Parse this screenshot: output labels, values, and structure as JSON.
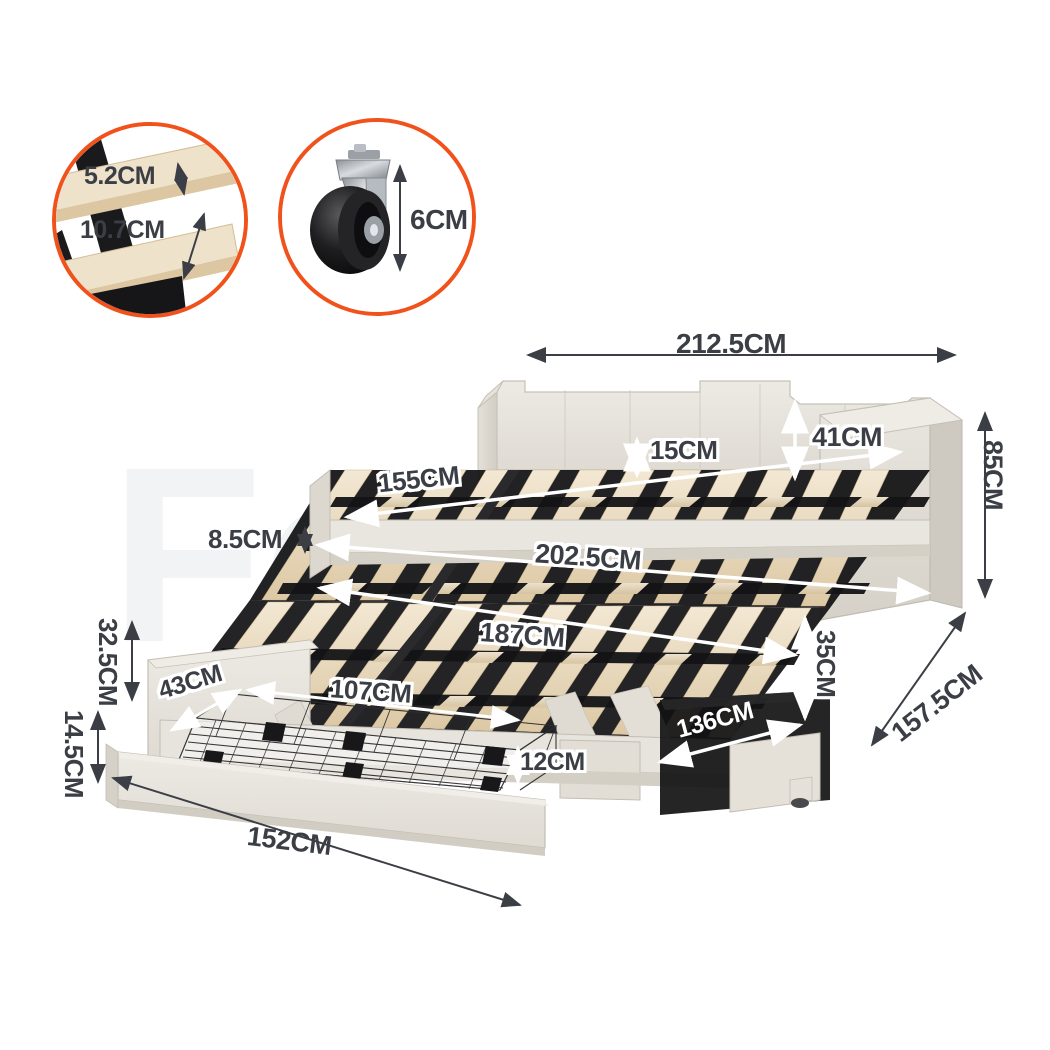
{
  "theme": {
    "accent_orange": "#F1511B",
    "fabric_light": "#E8E5DF",
    "fabric_mid": "#DAD6CE",
    "fabric_dark": "#C9C4BA",
    "wood_light": "#EFE2CC",
    "wood_mid": "#E2D2B4",
    "strap_black": "#1B1B1B",
    "dim_text": "#3B3F45",
    "background": "#FFFFFF"
  },
  "watermark": {
    "text": "Fo",
    "visible": true
  },
  "callouts": [
    {
      "id": "slat-detail",
      "name": "slat-dimension-callout",
      "labels": [
        {
          "text": "5.2CM",
          "meaning": "slat-width"
        },
        {
          "text": "10.7CM",
          "meaning": "gap-between-slats"
        }
      ]
    },
    {
      "id": "caster-detail",
      "name": "caster-wheel-callout",
      "labels": [
        {
          "text": "6CM",
          "meaning": "caster-wheel-height"
        }
      ]
    }
  ],
  "dimensions": {
    "overall_length": "212.5CM",
    "overall_height": "85CM",
    "overall_depth": "157.5CM",
    "backrest_height": "41CM",
    "side_rail_to_slat": "15CM",
    "top_mattress_depth": "155CM",
    "rail_thickness": "8.5CM",
    "top_mattress_length": "202.5CM",
    "trundle_mattress_length": "187CM",
    "trundle_mattress_depth": "136CM",
    "frame_bottom_height": "35CM",
    "trundle_frame_height": "32.5CM",
    "trundle_clearance": "14.5CM",
    "drawer_depth": "43CM",
    "drawer_inner_length": "107CM",
    "drawer_height": "12CM",
    "drawer_front_length": "152CM"
  },
  "dimension_labels": [
    {
      "key": "overall_length",
      "text": "212.5CM",
      "style": "plain"
    },
    {
      "key": "backrest_height",
      "text": "41CM",
      "style": "outlined"
    },
    {
      "key": "side_rail_to_slat",
      "text": "15CM",
      "style": "outlined"
    },
    {
      "key": "overall_height",
      "text": "85CM",
      "style": "plain"
    },
    {
      "key": "top_mattress_depth",
      "text": "155CM",
      "style": "outlined"
    },
    {
      "key": "rail_thickness",
      "text": "8.5CM",
      "style": "plain"
    },
    {
      "key": "top_mattress_length",
      "text": "202.5CM",
      "style": "outlined"
    },
    {
      "key": "trundle_mattress_length",
      "text": "187CM",
      "style": "outlined"
    },
    {
      "key": "overall_depth",
      "text": "157.5CM",
      "style": "plain"
    },
    {
      "key": "frame_bottom_height",
      "text": "35CM",
      "style": "outlined"
    },
    {
      "key": "trundle_mattress_depth",
      "text": "136CM",
      "style": "white"
    },
    {
      "key": "trundle_frame_height",
      "text": "32.5CM",
      "style": "plain"
    },
    {
      "key": "trundle_clearance",
      "text": "14.5CM",
      "style": "plain"
    },
    {
      "key": "drawer_depth",
      "text": "43CM",
      "style": "outlined"
    },
    {
      "key": "drawer_inner_length",
      "text": "107CM",
      "style": "outlined"
    },
    {
      "key": "drawer_height",
      "text": "12CM",
      "style": "outlined"
    },
    {
      "key": "drawer_front_length",
      "text": "152CM",
      "style": "plain"
    }
  ],
  "product": {
    "type": "daybed-with-trundle-and-drawer",
    "parts": [
      {
        "name": "headboard-backrest"
      },
      {
        "name": "right-armrest"
      },
      {
        "name": "upper-slat-base"
      },
      {
        "name": "pull-out-trundle-slat-base"
      },
      {
        "name": "storage-drawer-wire-base"
      },
      {
        "name": "drawer-front-panel"
      },
      {
        "name": "caster-wheels"
      }
    ]
  }
}
